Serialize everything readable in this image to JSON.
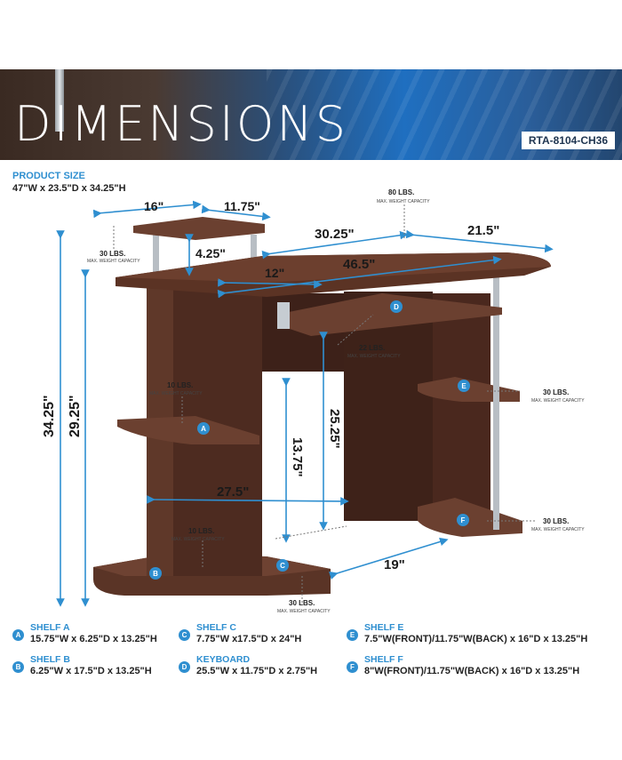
{
  "banner": {
    "title": "DIMENSIONS",
    "model": "RTA-8104-CH36"
  },
  "product_size": {
    "label": "PRODUCT SIZE",
    "value": "47\"W x 23.5\"D x 34.25\"H"
  },
  "dimensions": {
    "monitor_shelf_width": "16\"",
    "monitor_shelf_depth": "11.75\"",
    "riser_height": "4.25\"",
    "desk_width_left": "30.25\"",
    "desk_depth": "21.5\"",
    "top_width": "46.5\"",
    "keyboard_offset": "12\"",
    "overall_height": "34.25\"",
    "desk_height": "29.25\"",
    "knee_height": "25.25\"",
    "shelf_height": "13.75\"",
    "knee_width": "27.5\"",
    "base_depth": "19\""
  },
  "capacities": {
    "unit": "MAX. WEIGHT CAPACITY",
    "top": "80 LBS.",
    "monitor": "30 LBS.",
    "keyboard": "22 LBS.",
    "shelf_a": "10 LBS.",
    "shelf_b": "10 LBS.",
    "shelf_c": "30 LBS.",
    "shelf_e": "30 LBS.",
    "shelf_f": "30 LBS."
  },
  "markers": [
    "A",
    "B",
    "C",
    "D",
    "E",
    "F"
  ],
  "legend": [
    {
      "badge": "A",
      "label": "SHELF A",
      "value": "15.75\"W x 6.25\"D x 13.25\"H"
    },
    {
      "badge": "B",
      "label": "SHELF B",
      "value": "6.25\"W x 17.5\"D x 13.25\"H"
    },
    {
      "badge": "C",
      "label": "SHELF C",
      "value": "7.75\"W x17.5\"D x 24\"H"
    },
    {
      "badge": "D",
      "label": "KEYBOARD",
      "value": "25.5\"W x 11.75\"D x 2.75\"H"
    },
    {
      "badge": "E",
      "label": "SHELF E",
      "value": "7.5\"W(FRONT)/11.75\"W(BACK) x 16\"D x 13.25\"H"
    },
    {
      "badge": "F",
      "label": "SHELF F",
      "value": "8\"W(FRONT)/11.75\"W(BACK) x 16\"D x 13.25\"H"
    }
  ],
  "colors": {
    "accent": "#2f8fd0",
    "wood": "#4a2a20",
    "dimension_line": "#2f8fd0"
  }
}
